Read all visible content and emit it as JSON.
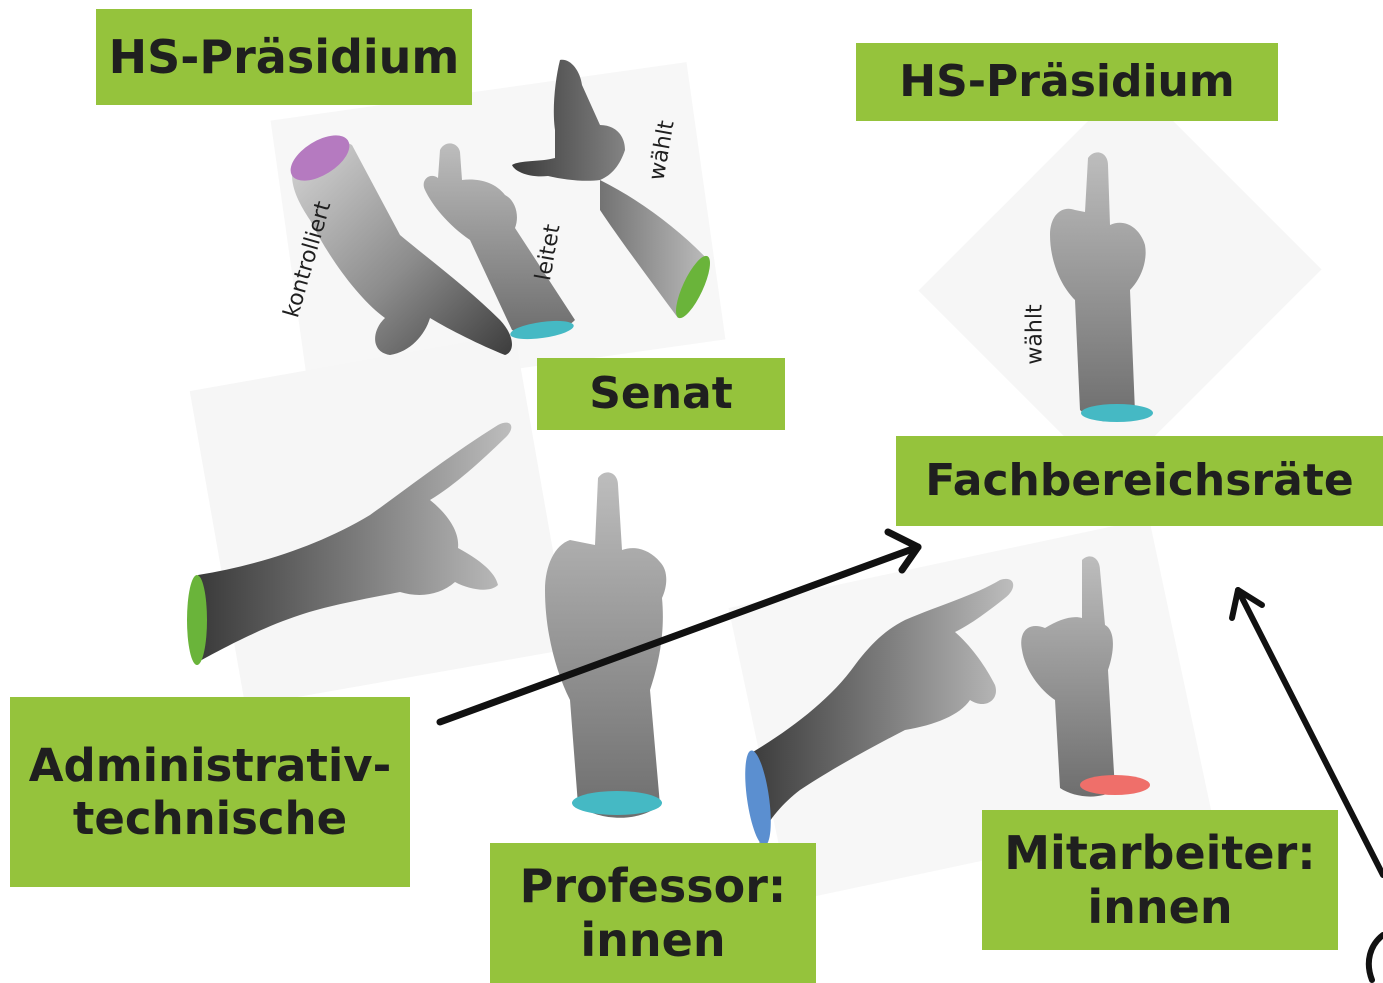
{
  "left_group": {
    "top_label": "HS-Präsidium",
    "middle_label": "Senat",
    "bottom_left_label": "Administrativ-technische",
    "bottom_left_line1": "Administrativ-",
    "bottom_left_line2": "technische",
    "bottom_center_line1": "Professor:",
    "bottom_center_line2": "innen",
    "verbs": {
      "kontrolliert": "kontrolliert",
      "leitet": "leitet",
      "waehlt": "wählt"
    }
  },
  "right_group": {
    "top_label": "HS-Präsidium",
    "middle_label": "Fachbereichsräte",
    "bottom_line1": "Mitarbeiter:",
    "bottom_line2": "innen",
    "verb_waehlt": "wählt"
  },
  "colors": {
    "label_bg": "#95c33c",
    "label_text": "#1f1f1f",
    "cuff_purple": "#b57ac0",
    "cuff_teal": "#45b9c4",
    "cuff_green": "#6ab43a",
    "cuff_blue": "#5b8fd0",
    "cuff_red": "#ef6f6a",
    "arrow": "#111111"
  },
  "icons": [
    "pointing-hand-icon",
    "arrow-icon"
  ]
}
